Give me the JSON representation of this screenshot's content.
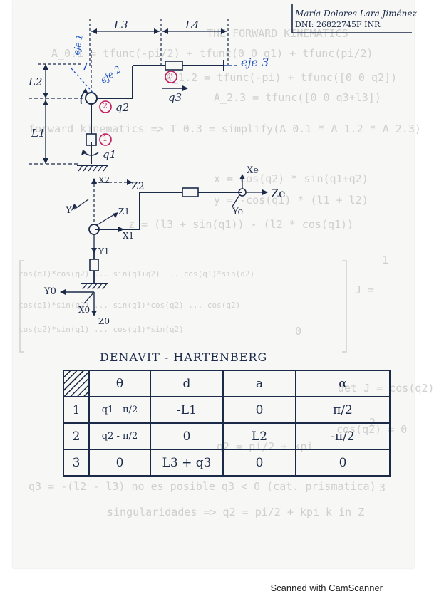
{
  "header": {
    "name": "María Dolores Lara Jiménez",
    "dni": "DNI: 26822745F   INR"
  },
  "robot": {
    "labels": {
      "L3": "L3",
      "L4": "L4",
      "L2": "L2",
      "L1": "L1",
      "eje1": "eje 1",
      "eje2": "eje 2",
      "eje3": "eje 3",
      "j1": "1",
      "j2": "2",
      "j3": "3",
      "q1": "q1",
      "q2": "q2",
      "q3": "q3"
    }
  },
  "frames": {
    "x2": "X2",
    "z2": "Z2",
    "xe": "Xe",
    "ze": "Ze",
    "ye": "Ye",
    "y2": "Y",
    "z1": "Z1",
    "x1": "X1",
    "y1": "Y1",
    "y0": "Y0",
    "x0": "X0",
    "z0": "Z0"
  },
  "bleed": {
    "l1": "THE FORWARD KINEMATICS",
    "l2": "A_0.1 = tfunc(-pi/2) + tfunc(0 0 q1) + tfunc(pi/2)",
    "l3": "A_1.2 = tfunc(-pi) + tfunc([0 0 q2])",
    "l4": "A_2.3 = tfunc([0 0 q3+l3])",
    "l5": "forward kinematics => T_0.3 = simplify(A_0.1 * A_1.2 * A_2.3)",
    "l6": "x = cos(q2) * sin(q1+q2)",
    "l7": "y = -cos(q1) * (l1 + l2)",
    "l8": "z = (l3 + sin(q1)) - (l2 * cos(q1))",
    "l9": "cos(q1)*cos(q2) ... sin(q1+q2) ... cos(q1)*sin(q2)",
    "l10": "cos(q1)*sin(q2) ... sin(q1)*cos(q2) ... cos(q2)",
    "l11": "cos(q2)*sin(q1) ... cos(q1)*sin(q2)",
    "l12": "0",
    "l13": "det J = cos(q2)",
    "l14": "cos(q2) = 0",
    "l15": "q2 = pi/2 + kpi",
    "l16": "q3 = -(l2 - l3)   no es posible   q3 < 0  (cat. prismatica)",
    "l17": "singularidades  =>  q2 = pi/2 + kpi   k in Z",
    "n1": "1",
    "n2": "2",
    "n3": "3",
    "bracket": "J ="
  },
  "dh": {
    "title": "DENAVIT - HARTENBERG",
    "headers": [
      "θ",
      "d",
      "a",
      "α"
    ],
    "rows": [
      [
        "1",
        "q1 - π/2",
        "-L1",
        "0",
        "π/2"
      ],
      [
        "2",
        "q2 - π/2",
        "0",
        "L2",
        "-π/2"
      ],
      [
        "3",
        "0",
        "L3 + q3",
        "0",
        "0"
      ]
    ]
  },
  "footer": {
    "text": "Scanned with CamScanner"
  }
}
